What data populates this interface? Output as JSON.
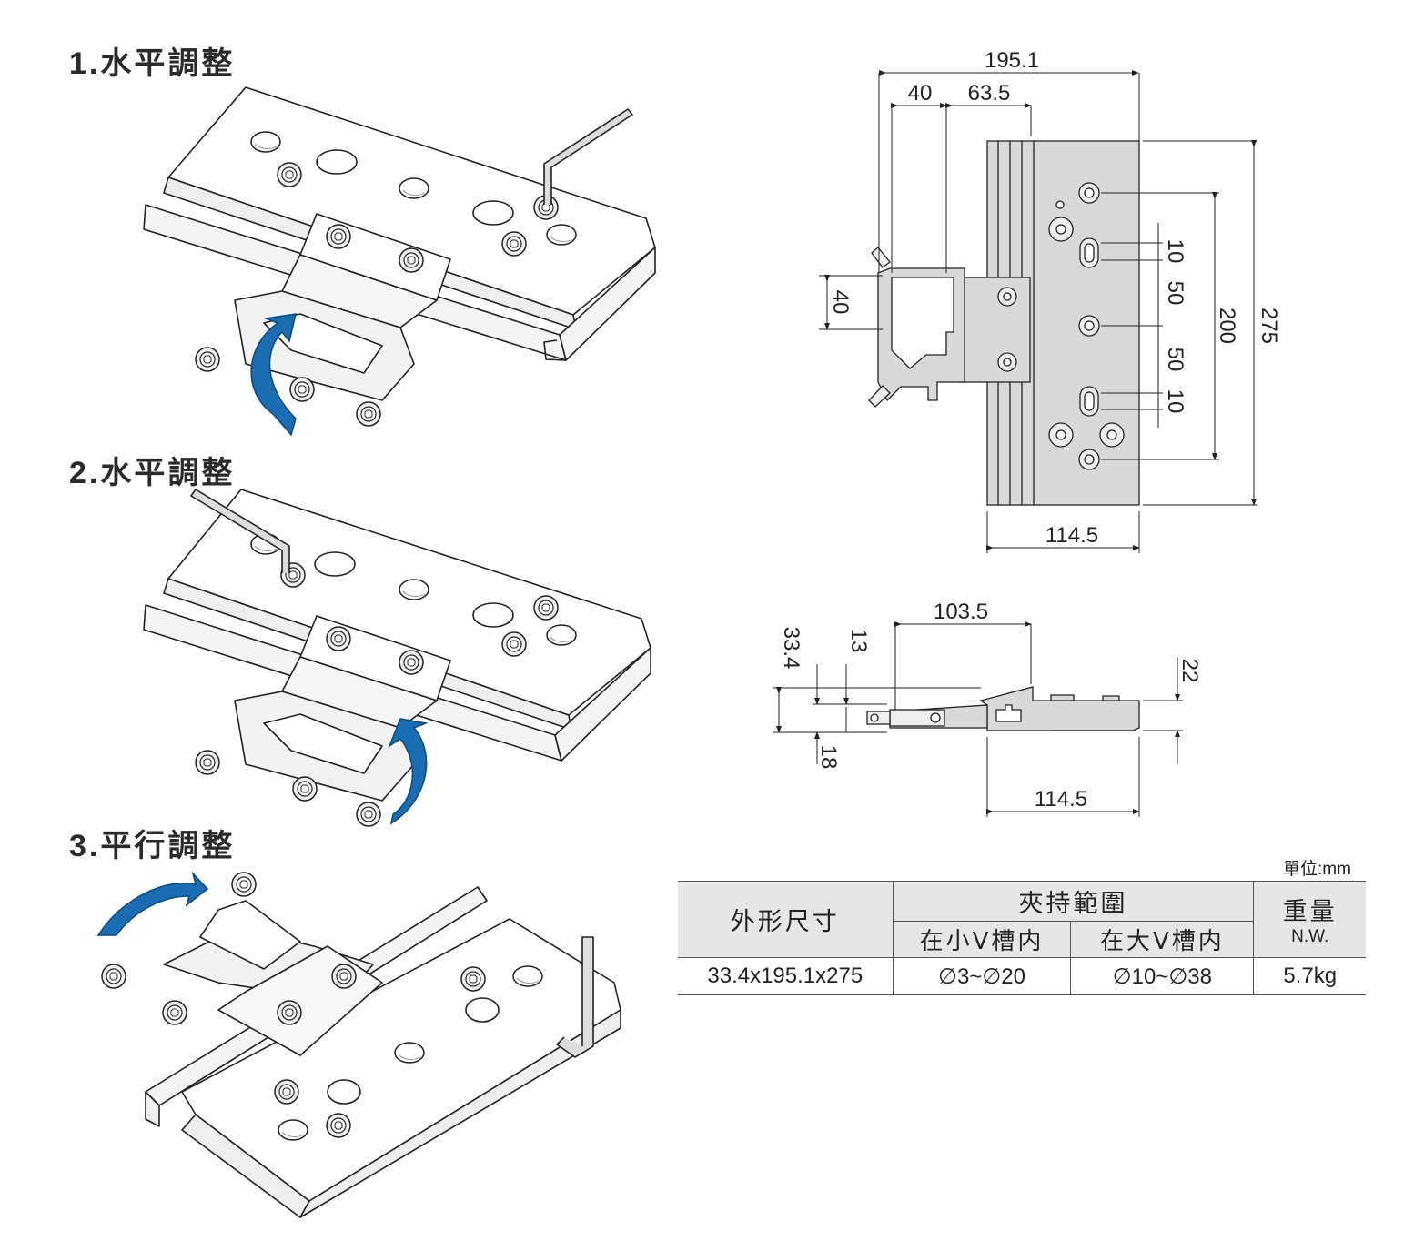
{
  "headings": [
    {
      "number": "1.",
      "text": "水平調整"
    },
    {
      "number": "2.",
      "text": "水平調整"
    },
    {
      "number": "3.",
      "text": "平行調整"
    }
  ],
  "top_view_dimensions": {
    "overall_width": "195.1",
    "offset_a": "40",
    "offset_b": "63.5",
    "clamp_height": "40",
    "slot_length_top": "10",
    "slot_spacing_top": "50",
    "slot_spacing_bottom": "50",
    "slot_length_bottom": "10",
    "hole_span": "200",
    "overall_length": "275",
    "base_width": "114.5"
  },
  "side_view_dimensions": {
    "reach": "103.5",
    "overall_height": "33.4",
    "clamp_offset": "13",
    "base_thickness": "18",
    "top_height": "22",
    "base_width": "114.5"
  },
  "spec_table": {
    "unit_label": "單位:mm",
    "headers": {
      "size": "外形尺寸",
      "clamp_range": "夾持範圍",
      "small_v": "在小V槽内",
      "large_v": "在大V槽内",
      "weight": "重量",
      "weight_en": "N.W."
    },
    "row": {
      "size": "33.4x195.1x275",
      "small_v": "∅3~∅20",
      "large_v": "∅10~∅38",
      "weight": "5.7kg"
    }
  },
  "colors": {
    "arrow_blue": "#1a6db3",
    "part_fill": "#ffffff",
    "part_gray": "#d9d9d9",
    "line": "#222222"
  }
}
